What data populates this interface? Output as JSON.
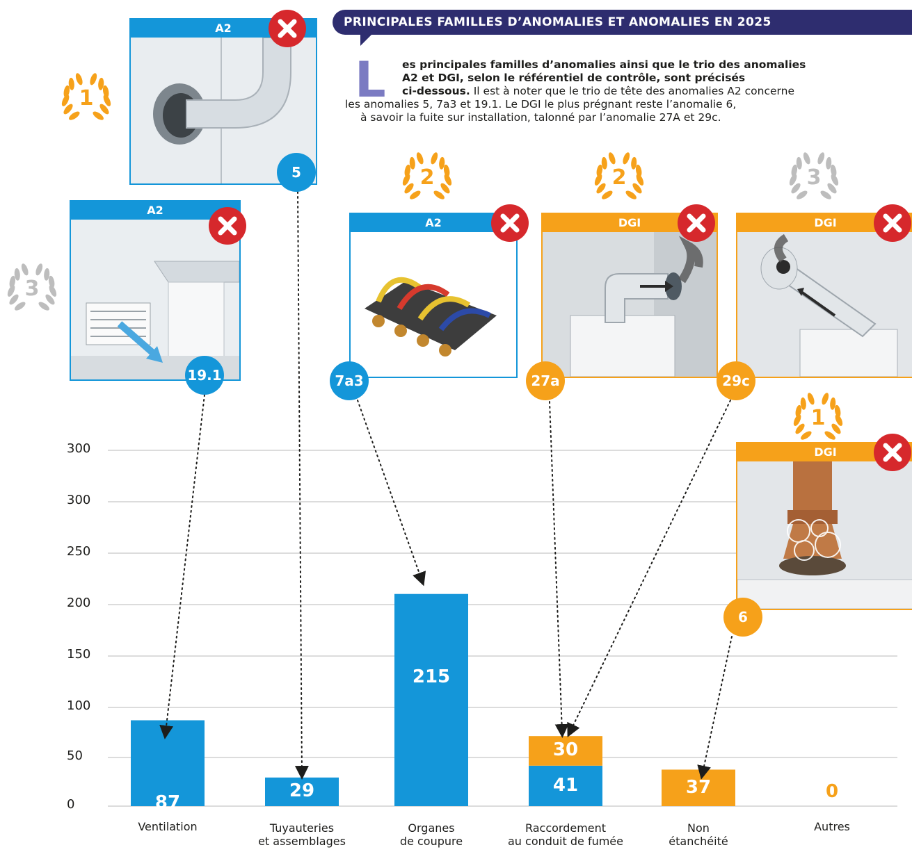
{
  "header": {
    "title": "PRINCIPALES FAMILLES D’ANOMALIES ET ANOMALIES EN 2025"
  },
  "intro": {
    "dropcap": "L",
    "line1_bold": "es principales familles d’anomalies ainsi que le trio des anomalies",
    "line2_bold": "A2 et DGI, selon le référentiel de contrôle, sont précisés",
    "line3_bold": "ci-dessous.",
    "line3_rest": " Il est à noter que le trio de tête des anomalies A2 concerne",
    "line4": "les anomalies 5, 7a3 et 19.1. Le DGI le plus prégnant reste l’anomalie 6,",
    "line5": "à savoir la fuite sur installation, talonné par l’anomalie 27A et 29c."
  },
  "cards": [
    {
      "id": "5",
      "type": "A2",
      "rank": "1",
      "rank_color": "#f6a11a"
    },
    {
      "id": "19.1",
      "type": "A2",
      "rank": "3",
      "rank_color": "#bdbdbd"
    },
    {
      "id": "7a3",
      "type": "A2",
      "rank": "2",
      "rank_color": "#f6a11a"
    },
    {
      "id": "27a",
      "type": "DGI",
      "rank": "2",
      "rank_color": "#f6a11a"
    },
    {
      "id": "29c",
      "type": "DGI",
      "rank": "3",
      "rank_color": "#bdbdbd"
    },
    {
      "id": "6",
      "type": "DGI",
      "rank": "1",
      "rank_color": "#f6a11a"
    }
  ],
  "colors": {
    "a2": "#1496d9",
    "dgi": "#f6a11a",
    "reject": "#d6282c",
    "header": "#2e2d6f",
    "grid": "#c8c8c8"
  },
  "icons": {
    "reject": "close-icon",
    "rank": "laurel-wreath-icon"
  },
  "chart_data": {
    "type": "bar",
    "stacked": true,
    "categories": [
      "Ventilation",
      "Tuyauteries et assemblages",
      "Organes de coupure",
      "Raccordement au conduit de fumée",
      "Non étanchéité",
      "Autres"
    ],
    "category_lines": [
      [
        "Ventilation"
      ],
      [
        "Tuyauteries",
        "et assemblages"
      ],
      [
        "Organes",
        "de coupure"
      ],
      [
        "Raccordement",
        "au conduit de fumée"
      ],
      [
        "Non",
        "étanchéité"
      ],
      [
        "Autres"
      ]
    ],
    "series": [
      {
        "name": "A2",
        "color": "#1496d9",
        "values": [
          87,
          29,
          215,
          41,
          0,
          0
        ]
      },
      {
        "name": "DGI",
        "color": "#f6a11a",
        "values": [
          0,
          0,
          0,
          30,
          37,
          0
        ]
      }
    ],
    "labels": [
      {
        "category": 0,
        "series": 0,
        "text": "87"
      },
      {
        "category": 1,
        "series": 0,
        "text": "29"
      },
      {
        "category": 2,
        "series": 0,
        "text": "215"
      },
      {
        "category": 3,
        "series": 0,
        "text": "41"
      },
      {
        "category": 3,
        "series": 1,
        "text": "30"
      },
      {
        "category": 4,
        "series": 1,
        "text": "37"
      },
      {
        "category": 5,
        "series": 1,
        "text": "0"
      }
    ],
    "y_ticks": [
      0,
      50,
      100,
      150,
      200,
      250,
      300,
      300
    ],
    "ylim": [
      0,
      350
    ],
    "grid": true
  }
}
